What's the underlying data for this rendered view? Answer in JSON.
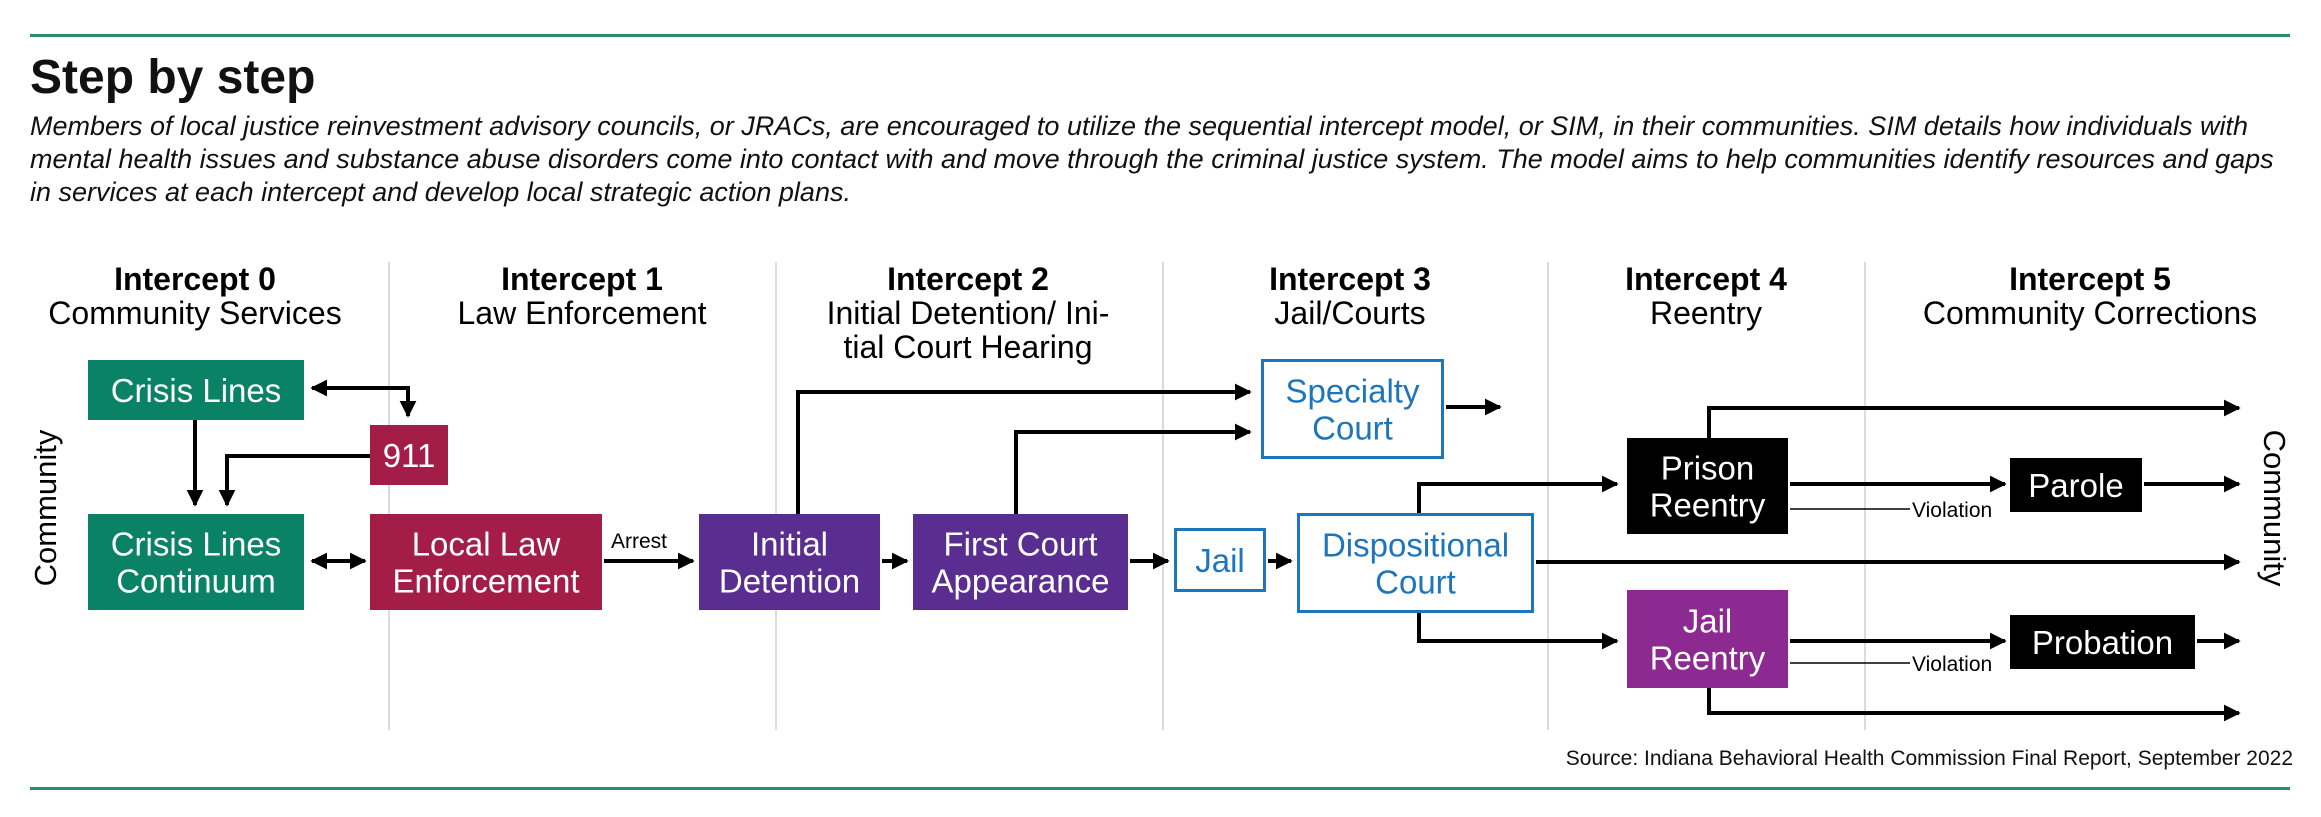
{
  "title": "Step by step",
  "intro": "Members of local justice reinvestment advisory councils, or JRACs, are encouraged to utilize the sequential intercept model, or SIM, in their communities. SIM details how individuals with mental health issues and substance abuse disorders come into contact with and move through the criminal justice system. The model aims to help communities identify resources and gaps in services at each intercept and develop local strategic action plans.",
  "source": "Source: Indiana Behavioral Health Commission Final Report, September 2022",
  "colors": {
    "teal": "#0a8266",
    "crimson": "#a31d48",
    "purple": "#5a2d91",
    "magenta": "#8c2a91",
    "blue": "#1d75bc",
    "black": "#000000",
    "rule": "#2a8c72",
    "divider": "#cfcfcf"
  },
  "intercepts": [
    {
      "number": "Intercept 0",
      "name_lines": [
        "Community Services"
      ]
    },
    {
      "number": "Intercept 1",
      "name_lines": [
        "Law Enforcement"
      ]
    },
    {
      "number": "Intercept 2",
      "name_lines": [
        "Initial Detention/ Ini-",
        "tial Court Hearing"
      ]
    },
    {
      "number": "Intercept 3",
      "name_lines": [
        "Jail/Courts"
      ]
    },
    {
      "number": "Intercept 4",
      "name_lines": [
        "Reentry"
      ]
    },
    {
      "number": "Intercept 5",
      "name_lines": [
        "Community Corrections"
      ]
    }
  ],
  "side_labels": {
    "left": "Community",
    "right": "Community"
  },
  "nodes": {
    "crisis_lines": {
      "lines": [
        "Crisis Lines"
      ],
      "style": "teal"
    },
    "crisis_continuum": {
      "lines": [
        "Crisis Lines",
        "Continuum"
      ],
      "style": "teal"
    },
    "nine_one_one": {
      "lines": [
        "911"
      ],
      "style": "crimson"
    },
    "local_law": {
      "lines": [
        "Local Law",
        "Enforcement"
      ],
      "style": "crimson"
    },
    "initial_detention": {
      "lines": [
        "Initial",
        "Detention"
      ],
      "style": "purple"
    },
    "first_court": {
      "lines": [
        "First Court",
        "Appearance"
      ],
      "style": "purple"
    },
    "specialty_court": {
      "lines": [
        "Specialty",
        "Court"
      ],
      "style": "blue"
    },
    "jail": {
      "lines": [
        "Jail"
      ],
      "style": "blue"
    },
    "dispositional_court": {
      "lines": [
        "Dispositional",
        "Court"
      ],
      "style": "blue"
    },
    "prison_reentry": {
      "lines": [
        "Prison",
        "Reentry"
      ],
      "style": "black"
    },
    "jail_reentry": {
      "lines": [
        "Jail",
        "Reentry"
      ],
      "style": "magenta"
    },
    "parole": {
      "lines": [
        "Parole"
      ],
      "style": "black"
    },
    "probation": {
      "lines": [
        "Probation"
      ],
      "style": "black"
    }
  },
  "edge_labels": {
    "arrest": "Arrest",
    "violation_1": "Violation",
    "violation_2": "Violation"
  }
}
